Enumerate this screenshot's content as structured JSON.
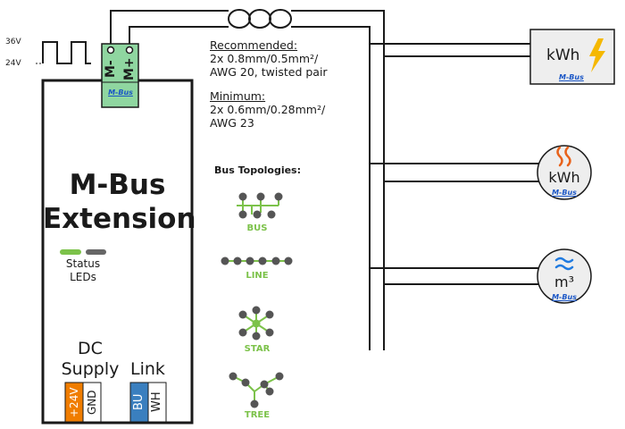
{
  "signal": {
    "high": "36V",
    "low": "24V"
  },
  "terminal": {
    "minus": "M-",
    "plus": "M+",
    "logo": "M-Bus"
  },
  "cable_notes": {
    "recommended_title": "Recommended:",
    "recommended_l1": "2x 0.8mm/0.5mm²/",
    "recommended_l2": "AWG 20, twisted pair",
    "minimum_title": "Minimum:",
    "minimum_l1": "2x 0.6mm/0.28mm²/",
    "minimum_l2": "AWG 23"
  },
  "device": {
    "title_line1": "M-Bus",
    "title_line2": "Extension",
    "status_line1": "Status",
    "status_line2": "LEDs",
    "dc_line1": "DC",
    "dc_line2": "Supply",
    "link": "Link",
    "pins": {
      "p24v": "+24V",
      "gnd": "GND",
      "bu": "BU",
      "wh": "WH"
    }
  },
  "topologies": {
    "title": "Bus Topologies:",
    "items": [
      "BUS",
      "LINE",
      "STAR",
      "TREE"
    ]
  },
  "meters": [
    {
      "unit": "kWh",
      "logo": "M-Bus",
      "icon": "lightning-icon"
    },
    {
      "unit": "kWh",
      "logo": "M-Bus",
      "icon": "heat-icon"
    },
    {
      "unit": "m³",
      "logo": "M-Bus",
      "icon": "water-icon"
    }
  ],
  "colors": {
    "green": "#7cc24a",
    "orange": "#f07d00",
    "blue": "#3a7fbf",
    "grey": "#666666",
    "terminal_green": "#8fd6a0"
  }
}
